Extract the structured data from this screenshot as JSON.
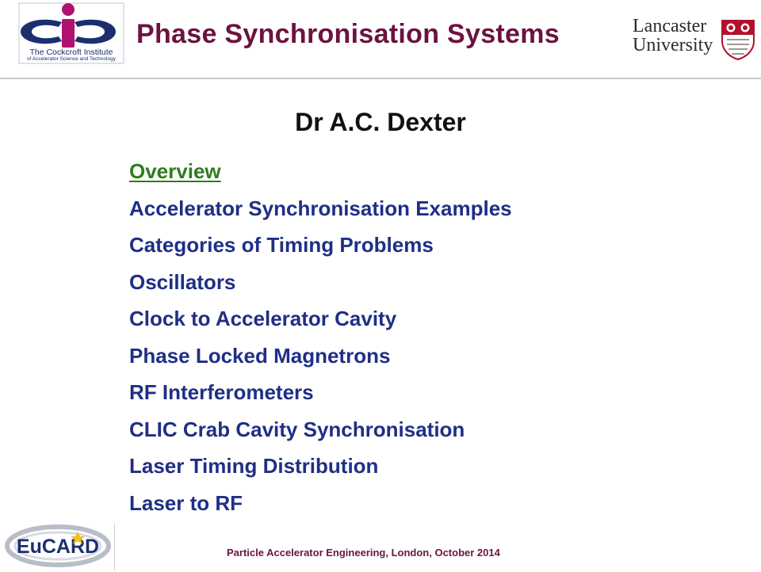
{
  "header": {
    "title": "Phase Synchronisation Systems",
    "cockcroft_logo": {
      "icon": "cockcroft-institute-logo",
      "caption_line1": "The Cockcroft Institute",
      "caption_line2": "of Accelerator Science and Technology"
    },
    "lancaster_logo": {
      "icon": "lancaster-crest",
      "line1": "Lancaster",
      "line2": "University"
    }
  },
  "author": "Dr A.C. Dexter",
  "agenda": {
    "items": [
      {
        "label": "Overview",
        "current": true
      },
      {
        "label": "Accelerator Synchronisation Examples"
      },
      {
        "label": "Categories of Timing Problems"
      },
      {
        "label": "Oscillators"
      },
      {
        "label": "Clock to Accelerator Cavity"
      },
      {
        "label": "Phase Locked Magnetrons"
      },
      {
        "label": "RF Interferometers"
      },
      {
        "label": "CLIC Crab Cavity Synchronisation"
      },
      {
        "label": "Laser Timing Distribution"
      },
      {
        "label": "Laser to RF"
      }
    ]
  },
  "footer": {
    "eucard_logo": {
      "icon": "eucard-logo",
      "text": "EuCARD"
    },
    "text": "Particle Accelerator Engineering, London, October 2014"
  },
  "colors": {
    "title": "#6b1340",
    "agenda_text": "#1f2f86",
    "current_item": "#2e7d1c",
    "logo_blue": "#1b2f6e",
    "logo_magenta": "#b0126f",
    "crest_red": "#b3112b"
  }
}
